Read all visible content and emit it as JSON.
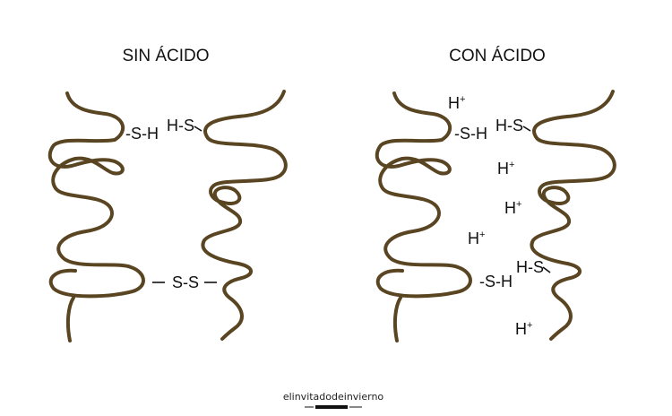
{
  "panels": {
    "left": {
      "title": "SIN ÁCIDO",
      "labels": {
        "sh_left": "-S-H",
        "hs_right": "H-S",
        "ss": "S-S"
      }
    },
    "right": {
      "title": "CON ÁCIDO",
      "labels": {
        "sh_top": "-S-H",
        "hs_top": "H-S",
        "sh_bottom": "-S-H",
        "hs_bottom": "H-S"
      },
      "ions": [
        {
          "base": "H",
          "charge": "+"
        },
        {
          "base": "H",
          "charge": "+"
        },
        {
          "base": "H",
          "charge": "+"
        },
        {
          "base": "H",
          "charge": "+"
        },
        {
          "base": "H",
          "charge": "+"
        }
      ]
    }
  },
  "watermark": "elinvitadodeinvierno",
  "colors": {
    "strand": "#5a4522",
    "text": "#111111"
  }
}
